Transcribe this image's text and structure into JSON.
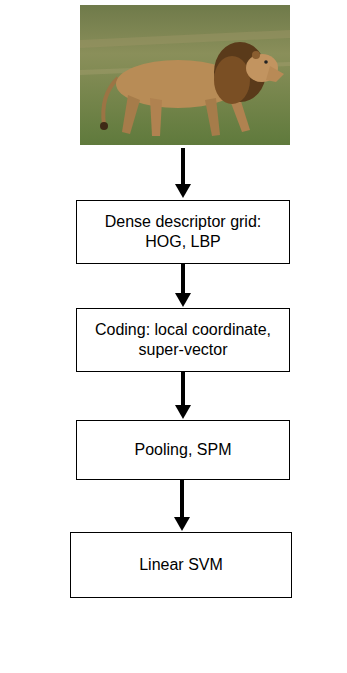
{
  "diagram": {
    "nodes": [
      {
        "text": [
          "Dense descriptor grid: HOG, LBP"
        ]
      },
      {
        "text": [
          "Coding: local coordinate, super-vector"
        ]
      },
      {
        "text": [
          "Pooling, SPM"
        ]
      },
      {
        "text": [
          "Linear SVM"
        ]
      }
    ],
    "edges": [
      {
        "from": 0,
        "to": 1,
        "arrow": "to"
      },
      {
        "from": 1,
        "to": 2,
        "arrow": "to"
      },
      {
        "from": 2,
        "to": 3,
        "arrow": "to"
      }
    ]
  }
}
